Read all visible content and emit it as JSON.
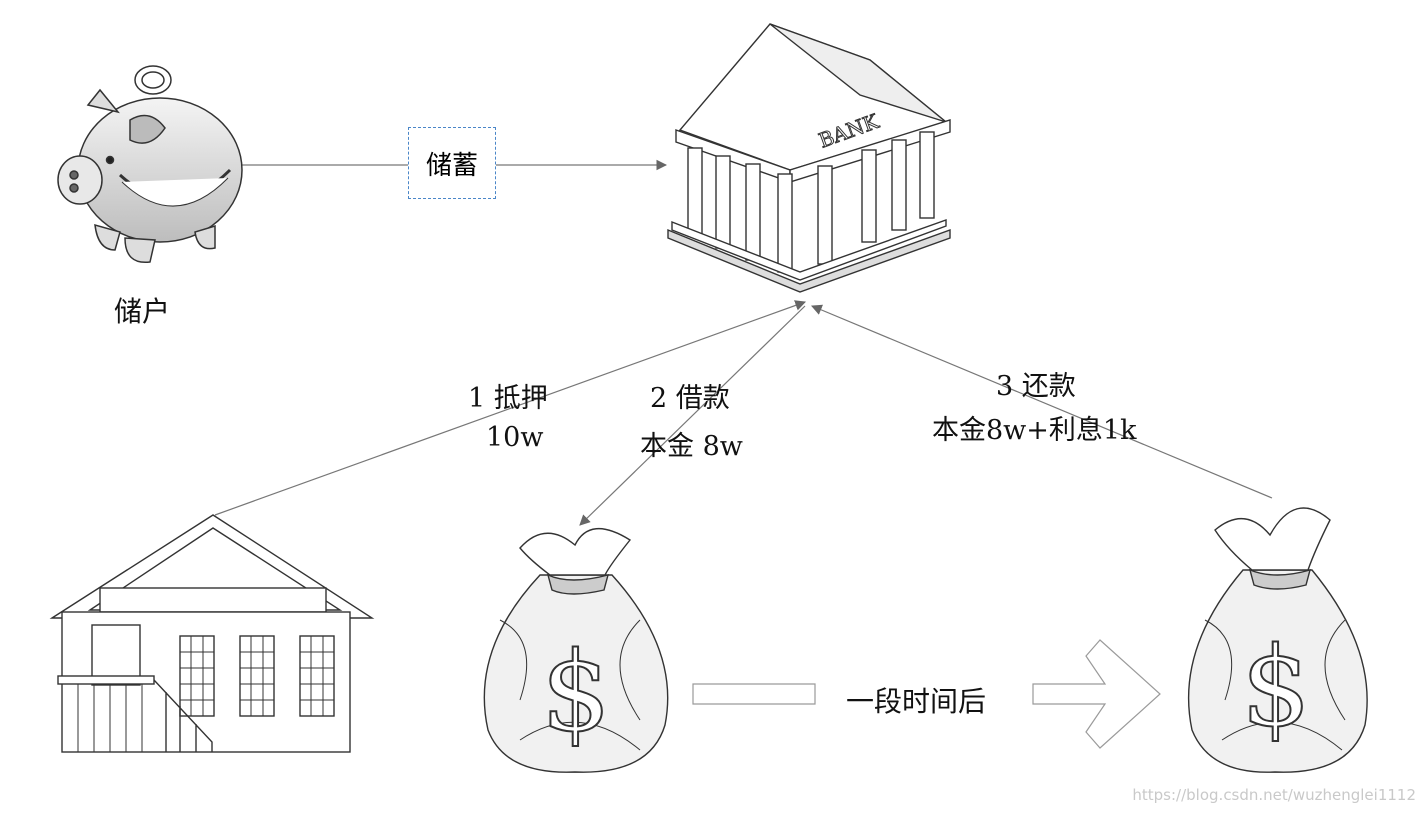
{
  "labels": {
    "depositor": "储户",
    "savings": "储蓄",
    "bank_sign": "BANK",
    "step1_title": "1 抵押",
    "step1_value": "10w",
    "step2_title": "2 借款",
    "step2_value": "本金 8w",
    "step3_title": "3 还款",
    "step3_value": "本金8w+利息1k",
    "time_passes": "一段时间后"
  },
  "watermark": "https://blog.csdn.net/wuzhenglei1112",
  "icons": [
    "piggy-bank-icon",
    "bank-building-icon",
    "house-icon",
    "money-bag-icon",
    "money-bag-icon",
    "hollow-arrow-icon"
  ],
  "colors": {
    "line": "#777777",
    "arrowhead": "#666666",
    "box_border": "#4a86c8",
    "watermark": "#c9c9c9"
  }
}
